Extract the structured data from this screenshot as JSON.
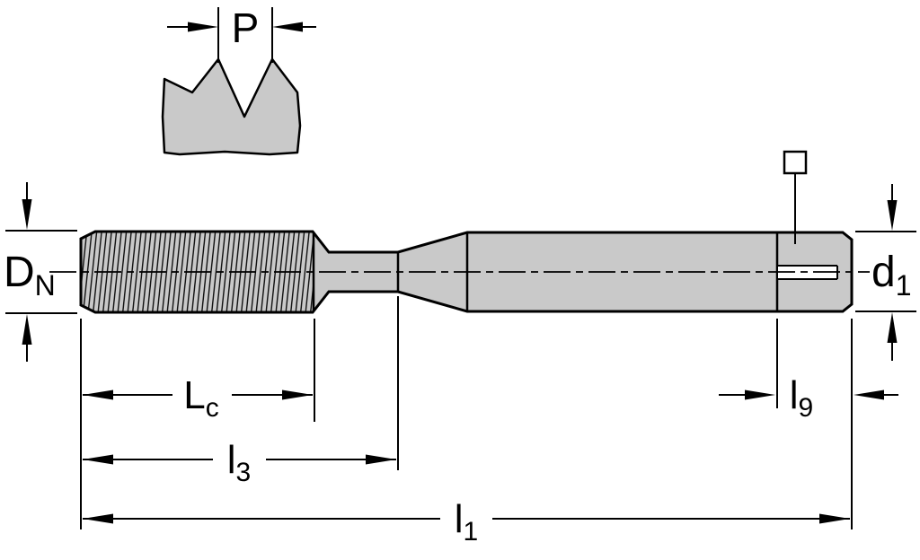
{
  "annotations": {
    "pitch": {
      "label": "P"
    },
    "nominal_diameter": {
      "base": "D",
      "sub": "N"
    },
    "shank_diameter": {
      "base": "d",
      "sub": "1"
    },
    "chamfer_length": {
      "base": "L",
      "sub": "c"
    },
    "length_l3": {
      "base": "l",
      "sub": "3"
    },
    "overall_length": {
      "base": "l",
      "sub": "1"
    },
    "square_length": {
      "base": "l",
      "sub": "9"
    }
  },
  "colors": {
    "background": "#ffffff",
    "body_fill": "#c9c9c9",
    "line": "#000000",
    "notch_fill": "#ffffff"
  }
}
